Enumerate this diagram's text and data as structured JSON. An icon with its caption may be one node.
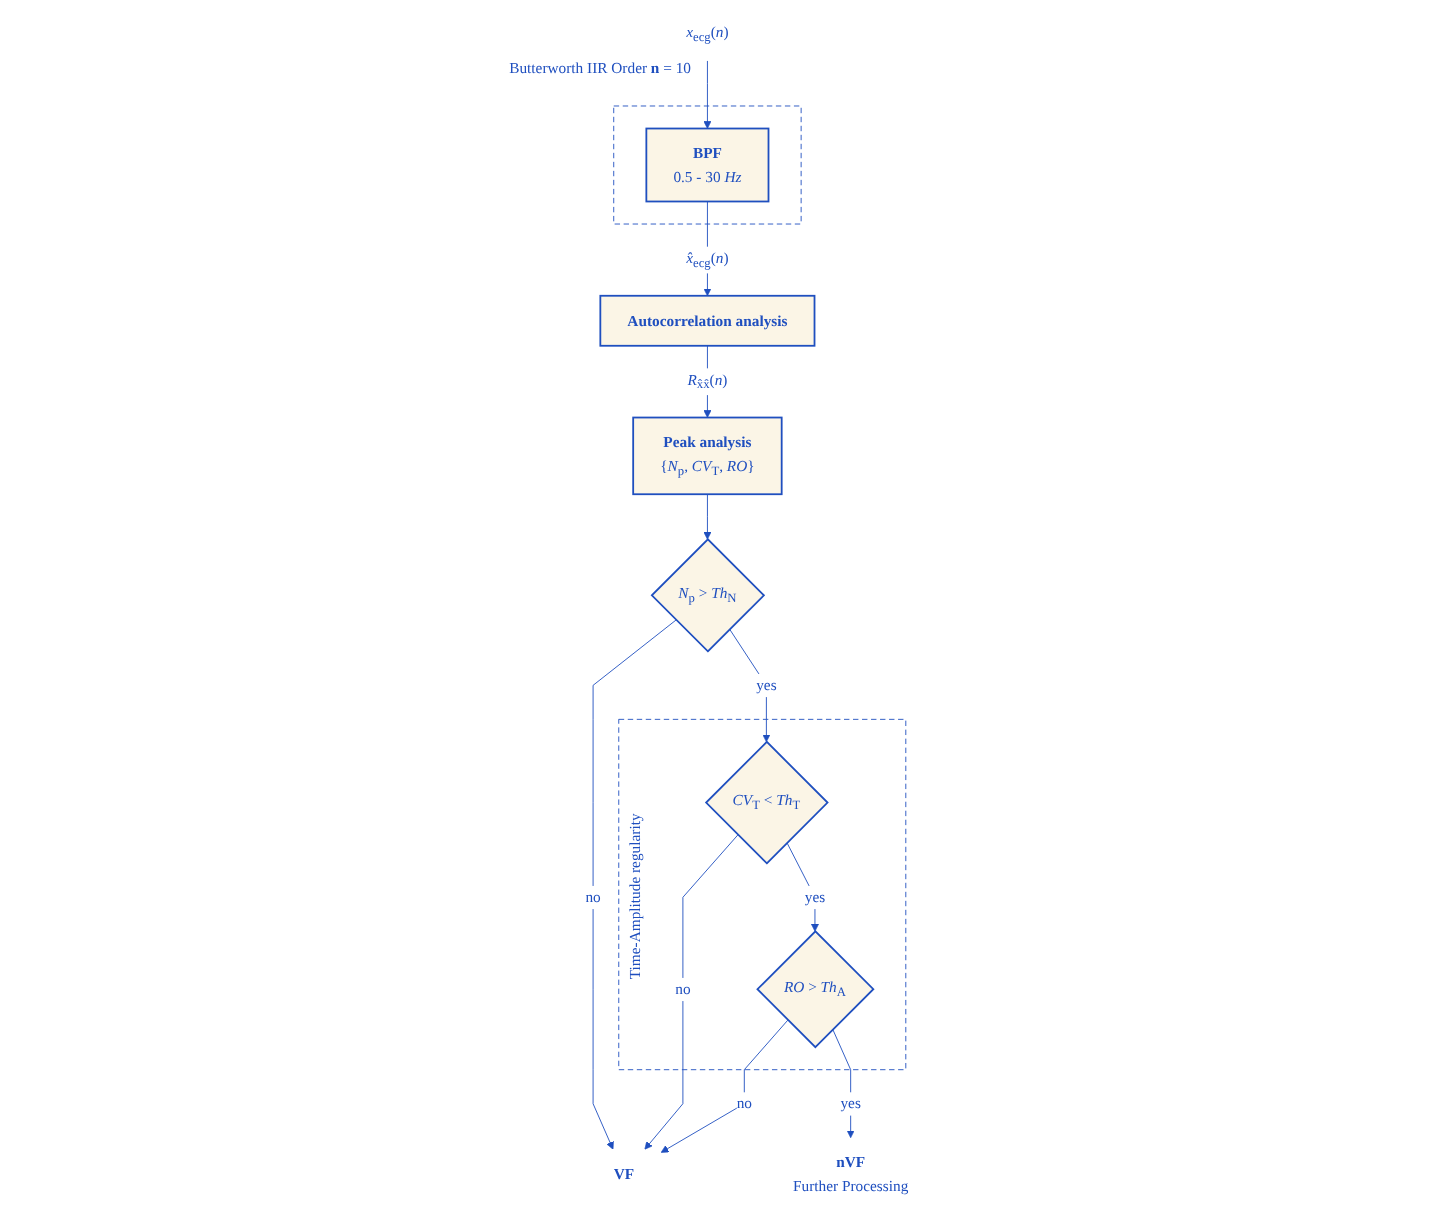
{
  "diagram": {
    "nodes": [
      {
        "text": [
          "Butterworth IIR Order **n** = 10"
        ]
      },
      {
        "text": [
          "BPF",
          "0.5 - 30 *Hz*"
        ],
        "in": 0
      },
      {
        "text": [
          "*x*$_{ecg}$(*n*)"
        ]
      },
      {
        "text": [
          "Autocorrelation analysis"
        ]
      },
      {
        "text": [
          "Peak analysis",
          "{*N*$_{p}$, *CV*$_{T}$, *RO*}"
        ]
      },
      {
        "text": [
          "*N*$_{p}$ > *Th*$_{N}$"
        ]
      },
      {
        "text": [
          "Time-Amplitude regularity"
        ]
      },
      {
        "text": [
          "*CV*$_{T}$ < *Th*$_{T}$"
        ],
        "in": 6
      },
      {
        "text": [
          "*RO* > *Th*$_{A}$"
        ],
        "in": 6
      },
      {
        "text": [
          "VF"
        ]
      },
      {
        "text": [
          "nVF"
        ],
        "beside": [
          "Further Processing"
        ]
      }
    ],
    "edges": [
      {
        "from": 2,
        "to": 1,
        "arrow": "to"
      },
      {
        "from": 1,
        "to": 3,
        "arrow": "to",
        "label": "*x̂*$_{ecg}$(*n*)"
      },
      {
        "from": 3,
        "to": 4,
        "arrow": "to",
        "label": "*R*$_{x̂x̂}$(*n*)"
      },
      {
        "from": 4,
        "to": 5,
        "arrow": "to"
      },
      {
        "from": 5,
        "to": 9,
        "arrow": "to",
        "label": "no"
      },
      {
        "from": 5,
        "to": 7,
        "arrow": "to",
        "label": "yes"
      },
      {
        "from": 7,
        "to": 9,
        "arrow": "to",
        "label": "no"
      },
      {
        "from": 7,
        "to": 8,
        "arrow": "to",
        "label": "yes"
      },
      {
        "from": 8,
        "to": 9,
        "arrow": "to",
        "label": "no"
      },
      {
        "from": 8,
        "to": 10,
        "arrow": "to",
        "label": "yes"
      }
    ]
  }
}
